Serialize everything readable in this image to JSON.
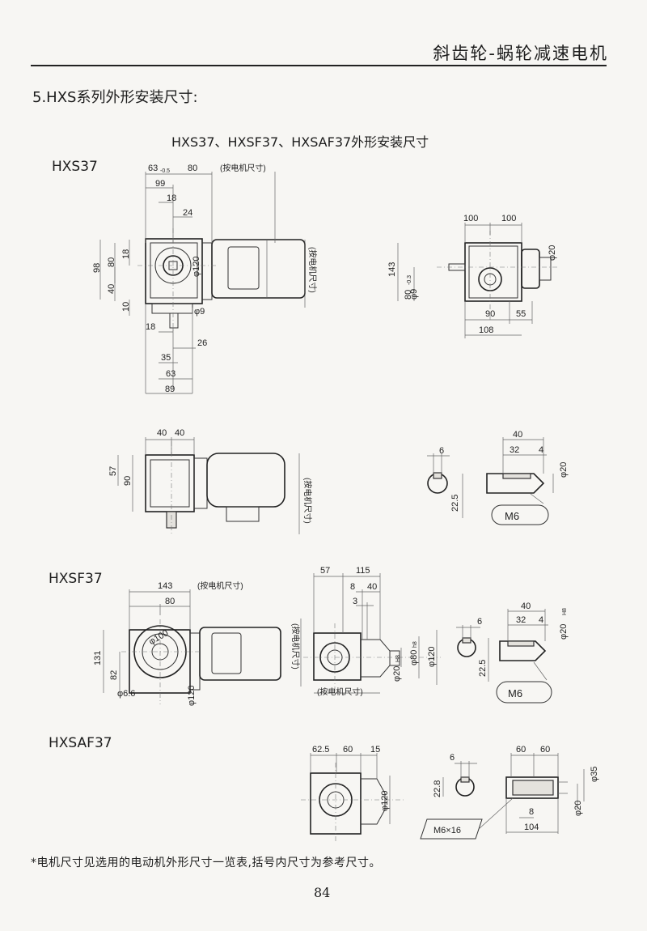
{
  "header": {
    "title": "斜齿轮-蜗轮减速电机"
  },
  "section": {
    "heading": "5.HXS系列外形安装尺寸:"
  },
  "page_subtitle": "HXS37、HXSF37、HXSAF37外形安装尺寸",
  "models": {
    "hxs37": "HXS37",
    "hxsf37": "HXSF37",
    "hxsaf37": "HXSAF37"
  },
  "dims": {
    "hxs37": {
      "d63": "63",
      "d63tol": "-0.5",
      "d80": "80",
      "motor": "(按电机尺寸)",
      "d99": "99",
      "d18a": "18",
      "d24": "24",
      "d98": "98",
      "d80v": "80",
      "d18b": "18",
      "d40": "40",
      "d10": "10",
      "d120": "φ120",
      "d9": "φ9",
      "d18c": "18",
      "d26": "26",
      "d35": "35",
      "d63b": "63",
      "d89": "89"
    },
    "hxs37_side": {
      "d100a": "100",
      "d100b": "100",
      "d143": "143",
      "d80": "80",
      "d80tol": "-0.3",
      "d9": "φ9",
      "d20": "φ20",
      "d90": "90",
      "d55": "55",
      "d108": "108"
    },
    "hxs37_top": {
      "d40a": "40",
      "d40b": "40",
      "d57": "57",
      "d90": "90",
      "motor_v": "(按电机尺寸)"
    },
    "hxs37_shaft": {
      "d6": "6",
      "d22_5": "22.5",
      "d40": "40",
      "d32": "32",
      "d4": "4",
      "d20": "φ20",
      "thread": "M6"
    },
    "hxsf37": {
      "d143": "143",
      "motor": "(按电机尺寸)",
      "d80": "80",
      "d131": "131",
      "d82": "82",
      "d100": "φ100",
      "d6_6": "φ6.6",
      "d120": "φ120"
    },
    "hxsf37_side": {
      "d57": "57",
      "d115": "115",
      "d8": "8",
      "d40": "40",
      "d3": "3",
      "motor_v": "(按电机尺寸)",
      "motor_h": "(按电机尺寸)",
      "d20": "φ20",
      "d20tol": "H8",
      "d80": "φ80",
      "d80tol": "h8",
      "d120": "φ120"
    },
    "hxsf37_shaft": {
      "d6": "6",
      "d22_5": "22.5",
      "d40": "40",
      "d32": "32",
      "d4": "4",
      "d20": "φ20",
      "d20tol": "H8",
      "thread": "M6"
    },
    "hxsaf37": {
      "d62_5": "62.5",
      "d60": "60",
      "d15": "15",
      "d120": "φ120"
    },
    "hxsaf37_shaft": {
      "d6": "6",
      "d22_8": "22.8",
      "thread": "M6×16",
      "d60a": "60",
      "d60b": "60",
      "d35": "φ35",
      "d8": "8",
      "d20": "φ20",
      "d104": "104"
    }
  },
  "footnote": "*电机尺寸见选用的电动机外形尺寸一览表,括号内尺寸为参考尺寸。",
  "page_number": "84"
}
